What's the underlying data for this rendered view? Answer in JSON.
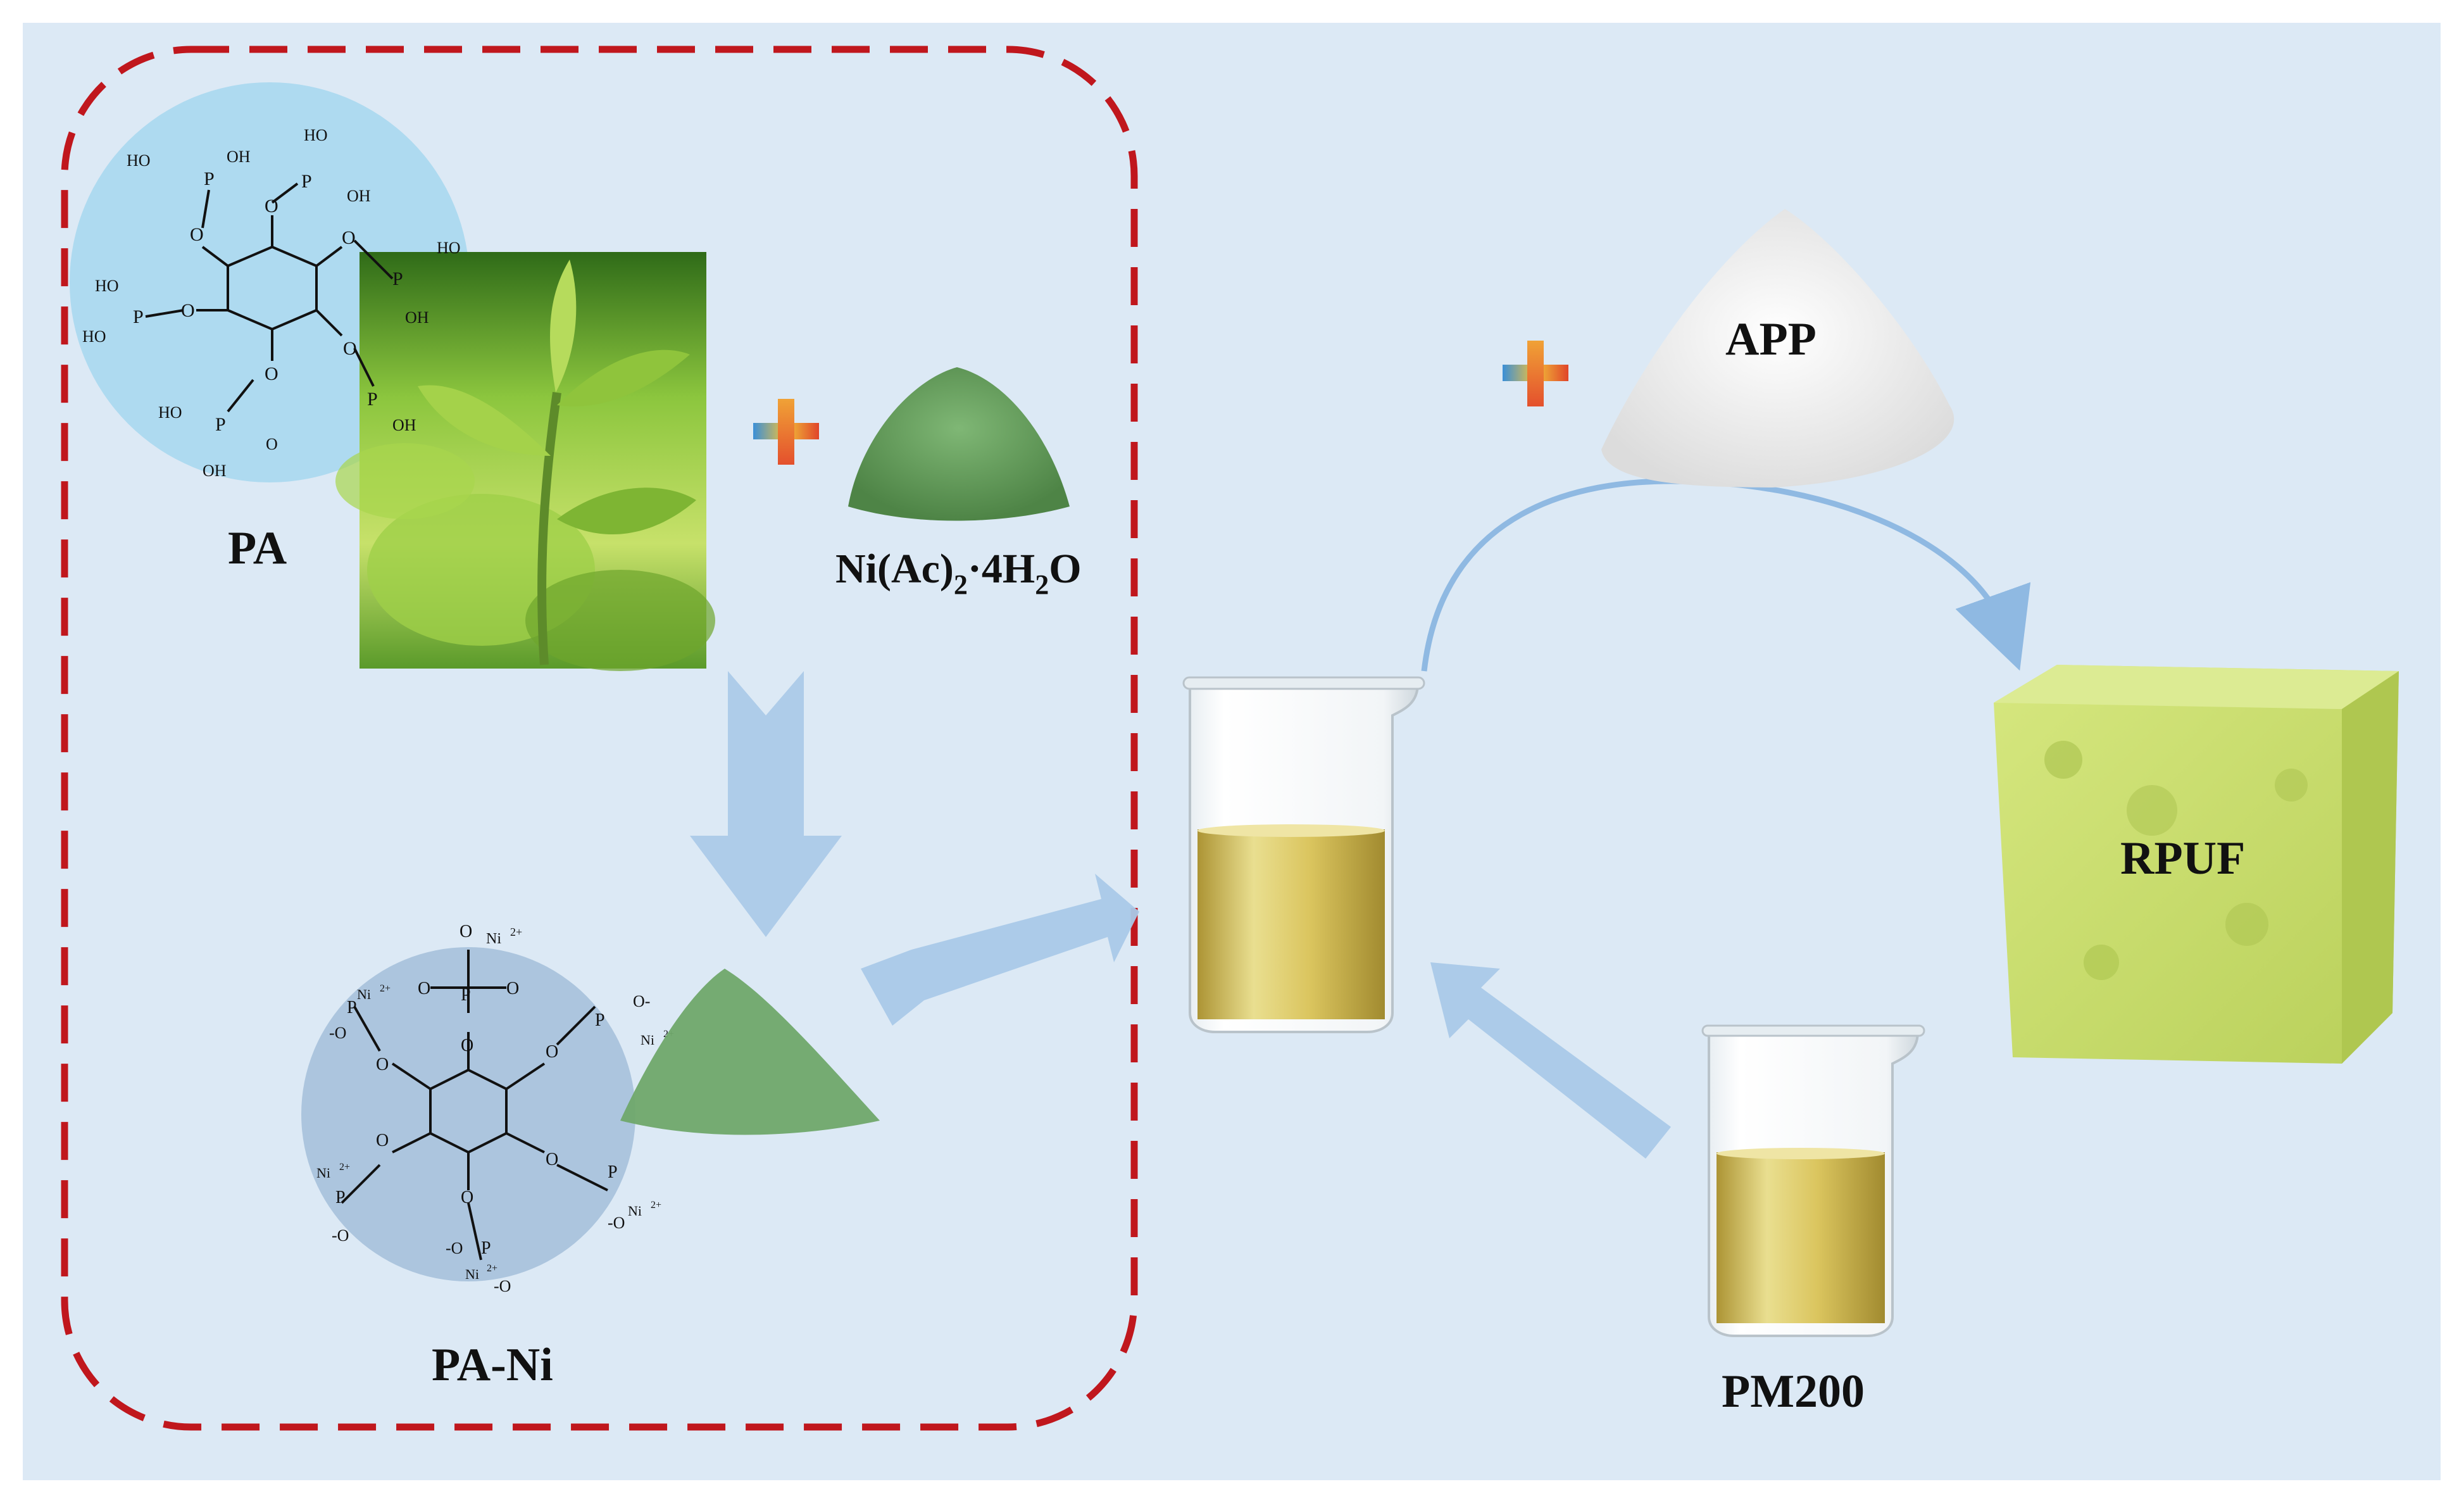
{
  "labels": {
    "pa": "PA",
    "ni_prefix": "Ni(Ac)",
    "ni_sub1": "2",
    "ni_mid": "·4H",
    "ni_sub2": "2",
    "ni_suffix": "O",
    "pa_ni": "PA-Ni",
    "app": "APP",
    "rpuf": "RPUF",
    "pm200": "PM200"
  },
  "pa_structure": {
    "ring_O": "O",
    "P": "P",
    "OH": "OH",
    "HO": "HO",
    "O_dbl": "O"
  },
  "pa_ni_structure": {
    "P": "P",
    "O": "O",
    "O_minus": "-O",
    "O_minus2": "O-",
    "ni": "Ni",
    "ni_charge": "2+"
  },
  "colors": {
    "panel_bg": "#dce9f5",
    "dash_border": "#c0171d",
    "circle_fill": "#a8d8f0",
    "pani_circle": "#a9c3dc",
    "arrow": "#a9c9e8",
    "powder_green": "#5f9a56",
    "app_white": "#f4f4f4",
    "foam": "#c9dd71",
    "liquid": "#d8c45a"
  }
}
